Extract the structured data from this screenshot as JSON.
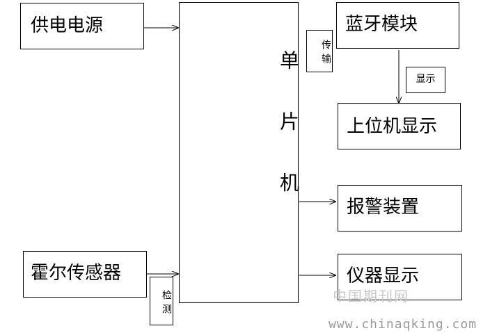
{
  "blocks": {
    "power": "供电电源",
    "hall_sensor": "霍尔传感器",
    "mcu": "单片机",
    "bluetooth": "蓝牙模块",
    "host_display": "上位机显示",
    "alarm": "报警装置",
    "instrument_display": "仪器显示"
  },
  "edge_labels": {
    "transmit": "传输",
    "display": "显示",
    "detect": "检测"
  },
  "watermark": {
    "cn": "中国期刊网",
    "url": "www.chinaqking.com"
  }
}
